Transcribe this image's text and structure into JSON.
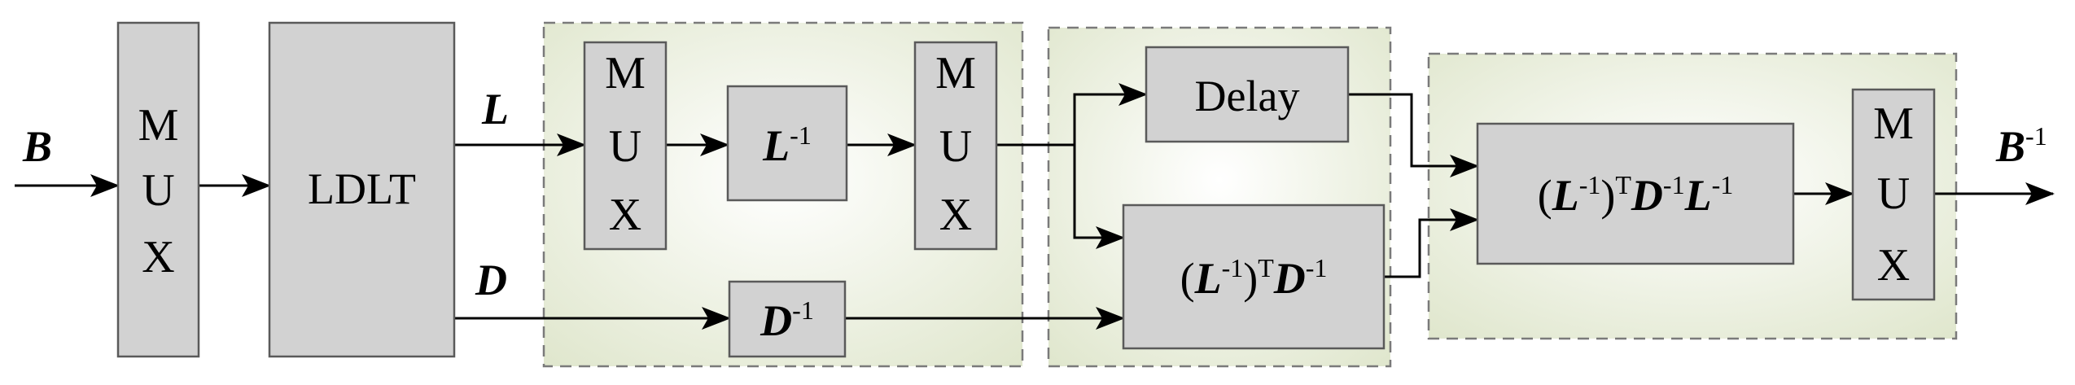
{
  "input_label": "B",
  "output_label": {
    "base": "B",
    "exp": "-1"
  },
  "signals": {
    "l": "L",
    "d": "D"
  },
  "mux_letters": [
    "M",
    "U",
    "X"
  ],
  "blocks": {
    "ldlt": "LDLT",
    "delay": "Delay",
    "l_inverse": {
      "base": "L",
      "exp": "-1"
    },
    "d_inverse": {
      "base": "D",
      "exp": "-1"
    },
    "lt_dinv": {
      "open": "(",
      "l": "L",
      "l_exp": "-1",
      "close": ")",
      "t": "T",
      "d": "D",
      "d_exp": "-1"
    },
    "final_product": {
      "open": "(",
      "l": "L",
      "l_exp": "-1",
      "close": ")",
      "t": "T",
      "d": "D",
      "d_exp": "-1",
      "l2": "L",
      "l2_exp": "-1"
    }
  }
}
